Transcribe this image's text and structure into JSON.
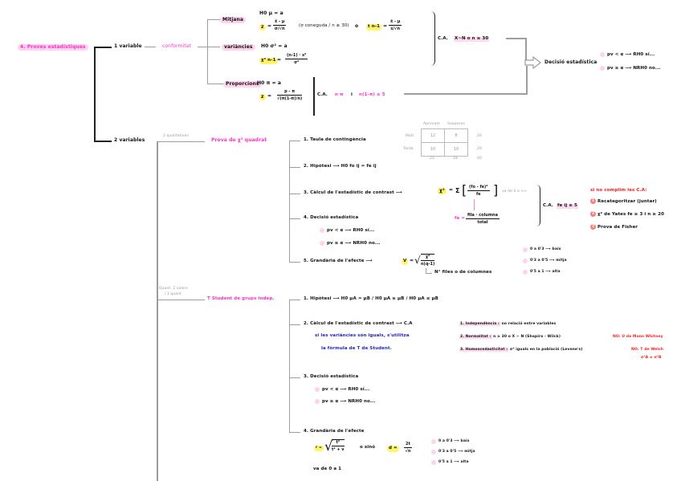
{
  "root": {
    "label": "4. Proves estadístiques"
  },
  "branches": {
    "one_var": {
      "label": "1 variable",
      "type": "conformitat"
    },
    "two_var": {
      "label": "2 variables"
    }
  },
  "one_variable": {
    "mitjana": {
      "label": "Mitjana",
      "h0": "H0  μ = a",
      "z_lhs": "z",
      "z_num": "x̄ - μ",
      "z_den": "σ/√n",
      "z_note": "(σ coneguda / n ≥ 30)",
      "or": "o",
      "t_lhs": "t n-1",
      "t_num": "x̄ - μ",
      "t_den": "s/√n"
    },
    "variances": {
      "label": "variàncies",
      "h0": "H0  σ² = a",
      "chi_lhs": "χ² n-1",
      "chi_num": "(n-1) · s²",
      "chi_den": "σ²"
    },
    "proporcions": {
      "label": "Proporcions",
      "h0": "H0  π = a",
      "z_lhs": "z",
      "z_num": "p - π",
      "z_den": "√(π(1-π)/n)",
      "ca_label": "C.A.",
      "ca_1": "n·π",
      "ca_and": "i",
      "ca_2": "n(1-π) ≥ 5"
    },
    "ca_label": "C.A.",
    "ca_cond": "X~N  o  n ≥ 30",
    "decision": {
      "label": "Decisió estadística",
      "rule1": "pv < α  ⟶  RH0     sí...",
      "rule2": "pv ≥ α  ⟶  NRH0    no..."
    }
  },
  "two_variables": {
    "chi_square": {
      "branch_label": "2 qualitatives",
      "title": "Prova de χ² quadrat",
      "steps": [
        {
          "label": "1. Taula de contingència"
        },
        {
          "label": "2. Hipòtesi  ⟶  H0  fo ij = fe ij"
        },
        {
          "label": "3. Càlcul de l'estadístic de contrast  ⟶"
        },
        {
          "label": "4. Decisió estadística"
        },
        {
          "label": "5. Grandària de l'efecte  ⟶"
        }
      ],
      "table": {
        "col_headers": [
          "Aprovats",
          "Suspesos"
        ],
        "rows": [
          {
            "label": "Matí",
            "values": [
              "12",
              "8"
            ],
            "total": "20"
          },
          {
            "label": "Tarda",
            "values": [
              "10",
              "10"
            ],
            "total": "20"
          }
        ],
        "col_totals": [
          "22",
          "18"
        ],
        "grand_total": "40"
      },
      "stat_lhs": "χ²",
      "stat_sum": "Σ",
      "stat_num": "(fo - fe)²",
      "stat_den": "fe",
      "stat_range": "va de 0 a +∞",
      "fe_lhs": "fe =",
      "fe_num": "fila · columna",
      "fe_den": "total",
      "ca_label": "C.A.",
      "ca_cond": "fe ij ≥ 5",
      "decision": {
        "rule1": "pv < α  ⟶  RH0     sí...",
        "rule2": "pv ≥ α  ⟶  NRH0    no..."
      },
      "effect": {
        "lhs": "V",
        "num": "χ²",
        "den": "n(q-1)",
        "note": "N° files o de columnes",
        "scale": [
          "0 a 0'3  ⟶  baix",
          "0'3 a 0'5 ⟶ mitja",
          "0'5 a 1  ⟶  alta"
        ]
      },
      "not_met": {
        "title": "si no complim les C.A:",
        "items": [
          {
            "num": "1",
            "text": "Recategoritzar (juntar)"
          },
          {
            "num": "2",
            "text": "χ² de Yates fe ≥ 3 i n ≥ 20"
          },
          {
            "num": "3",
            "text": "Prova de Fisher"
          }
        ]
      }
    },
    "t_student": {
      "branch_label_1": "Quant. 2 valors",
      "branch_label_2": "i 1 quant",
      "title": "T Student de grups indep.",
      "steps": [
        {
          "label": "1. Hipòtesi  ⟶  H0  μA = μB  /  H0  μA ≥ μB  /  H0  μA ≤ μB"
        },
        {
          "label": "2. Càlcul de l'estadístic de contrast  ⟶  C.A"
        },
        {
          "label": "3. Decisió estadística"
        },
        {
          "label": "4. Grandària de l'efecte"
        }
      ],
      "note_1": "si les variàncies són iguals, s'utilitza",
      "note_2": "la fórmula de T de Student.",
      "ca": [
        {
          "label": "1. Independència :",
          "text": "no relació entre variables",
          "alt": ""
        },
        {
          "label": "2. Normalitat :",
          "text": "n ≥ 30  o  X ~ N   (Shapiro - Wilck)",
          "alt": "NO: U de Mann Whitney"
        },
        {
          "label": "3. Homoscedasticitat :",
          "text": "σ² iguals en la població  (Levene's)",
          "alt": "NO: T de Welch",
          "alt2": "σ²A ≠ σ²B"
        }
      ],
      "decision": {
        "rule1": "pv < α  ⟶  RH0     sí...",
        "rule2": "pv ≥ α  ⟶  NRH0    no..."
      },
      "effect": {
        "r_lhs": "r =",
        "r_num": "t²",
        "r_den": "t² + v",
        "or": "o  sinó",
        "d_lhs": "d =",
        "d_num": "2t",
        "d_den": "√n",
        "range": "va de 0 a 1",
        "scale": [
          "0 a 0'3  ⟶  baix",
          "0'3 a 0'5 ⟶ mitja",
          "0'5 a 1  ⟶  alta"
        ]
      }
    }
  }
}
